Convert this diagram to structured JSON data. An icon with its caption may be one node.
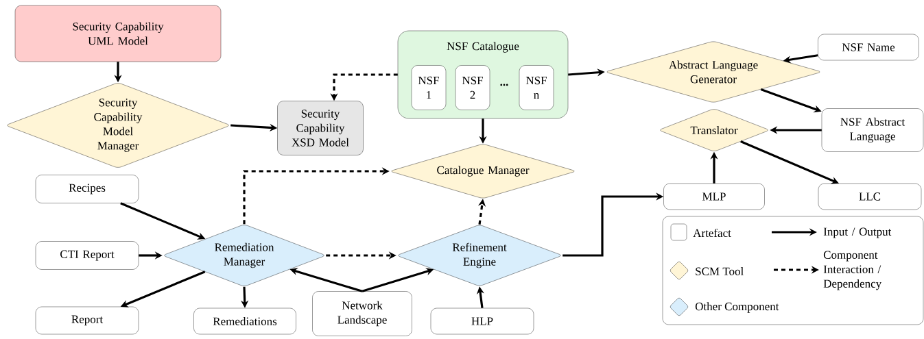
{
  "diagram": {
    "nodes": [
      {
        "text": [
          "Security Capability UML Model"
        ]
      },
      {
        "text": [
          "Security Capability Model Manager"
        ]
      },
      {
        "text": [
          "Security Capability XSD Model"
        ]
      },
      {
        "text": [
          "NSF Catalogue"
        ]
      },
      {
        "text": [
          "NSF 1"
        ],
        "in": 3
      },
      {
        "text": [
          "NSF 2"
        ],
        "in": 3
      },
      {
        "text": [
          "NSF n"
        ],
        "in": 3
      },
      {
        "text": [
          "Abstract Language Generator"
        ]
      },
      {
        "text": [
          "NSF Name"
        ]
      },
      {
        "text": [
          "NSF Abstract Language"
        ]
      },
      {
        "text": [
          "Translator"
        ]
      },
      {
        "text": [
          "Catalogue Manager"
        ]
      },
      {
        "text": [
          "Recipes"
        ]
      },
      {
        "text": [
          "MLP"
        ]
      },
      {
        "text": [
          "LLC"
        ]
      },
      {
        "text": [
          "CTI Report"
        ]
      },
      {
        "text": [
          "Remediation Manager"
        ]
      },
      {
        "text": [
          "Refinement Engine"
        ]
      },
      {
        "text": [
          "Report"
        ]
      },
      {
        "text": [
          "Remediations"
        ]
      },
      {
        "text": [
          "Network Landscape"
        ]
      },
      {
        "text": [
          "HLP"
        ]
      }
    ],
    "edges": [
      {
        "from": 0,
        "to": 1,
        "arrow": "to"
      },
      {
        "from": 1,
        "to": 2,
        "arrow": "to"
      },
      {
        "from": 3,
        "to": 2,
        "arrow": "to",
        "style": "dashed"
      },
      {
        "from": 3,
        "to": 7,
        "arrow": "to"
      },
      {
        "from": 8,
        "to": 7,
        "arrow": "to"
      },
      {
        "from": 7,
        "to": 9,
        "arrow": "to"
      },
      {
        "from": 9,
        "to": 10,
        "arrow": "to"
      },
      {
        "from": 3,
        "to": 11,
        "arrow": "to"
      },
      {
        "from": 13,
        "to": 10,
        "arrow": "to"
      },
      {
        "from": 10,
        "to": 14,
        "arrow": "to"
      },
      {
        "from": 16,
        "to": 11,
        "arrow": "to",
        "style": "dashed"
      },
      {
        "from": 17,
        "to": 11,
        "arrow": "to",
        "style": "dashed"
      },
      {
        "from": 12,
        "to": 16,
        "arrow": "to"
      },
      {
        "from": 17,
        "to": 13,
        "arrow": "to"
      },
      {
        "from": 15,
        "to": 16,
        "arrow": "to"
      },
      {
        "from": 16,
        "to": 17,
        "arrow": "to",
        "style": "dashed"
      },
      {
        "from": 16,
        "to": 18,
        "arrow": "to"
      },
      {
        "from": 16,
        "to": 19,
        "arrow": "to"
      },
      {
        "from": 20,
        "to": 16,
        "arrow": "to"
      },
      {
        "from": 20,
        "to": 17,
        "arrow": "to"
      },
      {
        "from": 21,
        "to": 17,
        "arrow": "to"
      }
    ],
    "labels": [
      "..."
    ],
    "legend": [
      {
        "text": "Artefact"
      },
      {
        "text": "Input / Output"
      },
      {
        "text": "SCM Tool",
        "color": "#fff5d6"
      },
      {
        "text": "Component Interaction / Dependency"
      },
      {
        "text": "Other Component",
        "color": "#d9eefc"
      }
    ]
  }
}
